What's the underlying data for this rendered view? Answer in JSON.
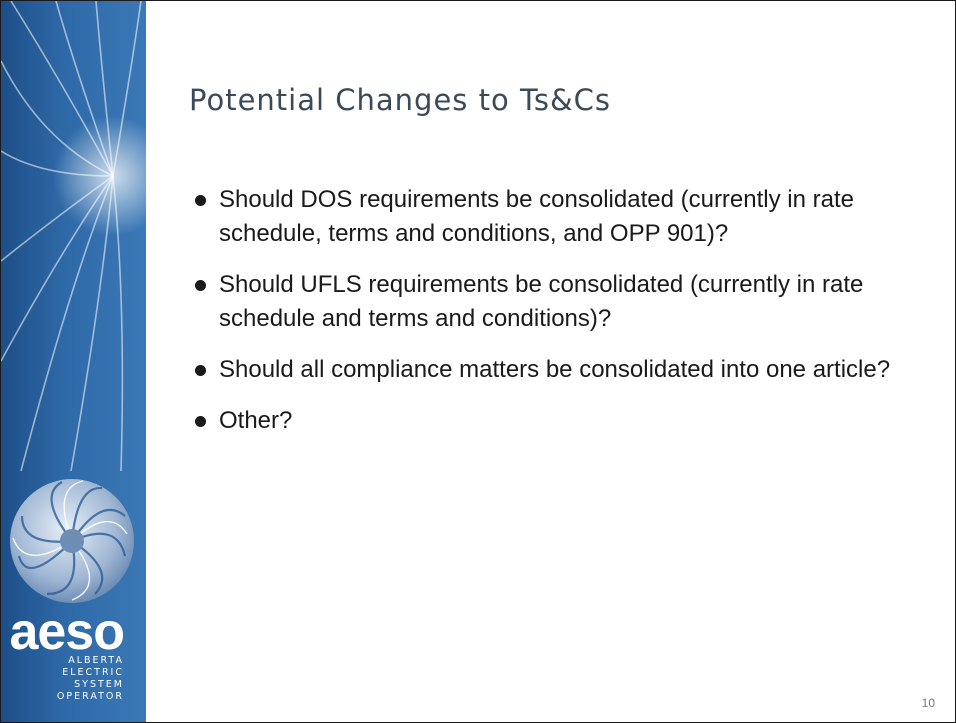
{
  "slide": {
    "title": "Potential Changes to Ts&Cs",
    "bullets": [
      "Should DOS requirements be consolidated (currently in rate schedule, terms and conditions, and OPP 901)?",
      "Should UFLS requirements be consolidated (currently in rate schedule and terms and conditions)?",
      "Should all compliance matters be consolidated into one article?",
      "Other?"
    ],
    "page_number": "10"
  },
  "logo": {
    "word": "aeso",
    "line1": "ALBERTA",
    "line2": "ELECTRIC",
    "line3": "SYSTEM",
    "line4": "OPERATOR"
  },
  "colors": {
    "sidebar_dark": "#1d4f88",
    "sidebar_light": "#3b78b6",
    "title": "#3b4a58",
    "text": "#1a1a1a"
  }
}
